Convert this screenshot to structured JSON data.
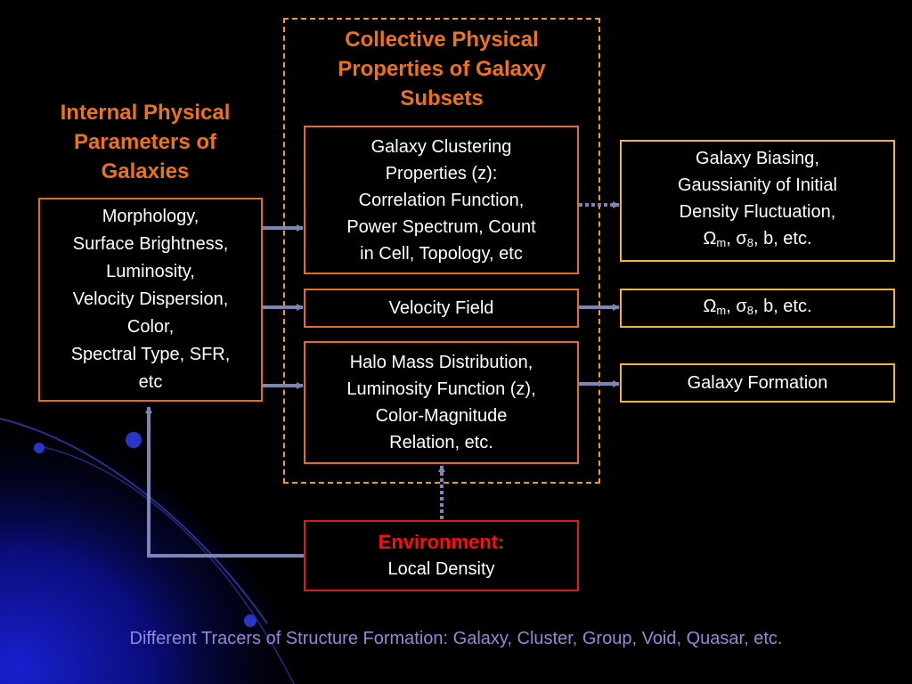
{
  "colors": {
    "background": "#000000",
    "heading_orange": "#f07218",
    "box_border_orange": "#e86a1f",
    "box_border_yellow": "#f2b43a",
    "dashed_border": "#f29a24",
    "environment_red": "#ff0d0d",
    "arrow": "#7d84b8",
    "footer_text": "#8f8ad8"
  },
  "collective_heading": {
    "lines": [
      "Collective Physical",
      "Properties of Galaxy",
      "Subsets"
    ]
  },
  "internal_heading": {
    "lines": [
      "Internal Physical",
      "Parameters of",
      "Galaxies"
    ]
  },
  "internal_box": {
    "lines": [
      "Morphology,",
      "Surface Brightness,",
      "Luminosity,",
      "Velocity Dispersion,",
      "Color,",
      "Spectral Type, SFR,",
      "etc"
    ]
  },
  "clustering_box": {
    "lines": [
      "Galaxy Clustering",
      "Properties (z):",
      "Correlation Function,",
      "Power Spectrum, Count",
      "in Cell, Topology, etc"
    ]
  },
  "velocity_box": {
    "label": "Velocity Field"
  },
  "halo_box": {
    "lines": [
      "Halo Mass Distribution,",
      "Luminosity Function (z),",
      "Color-Magnitude",
      "Relation, etc."
    ]
  },
  "biasing_box": {
    "lines": [
      "Galaxy Biasing,",
      "Gaussianity of Initial",
      "Density Fluctuation,"
    ],
    "params": {
      "omega": "Ω",
      "omega_sub": "m",
      "sigma": ", σ",
      "sigma_sub": "8",
      "rest": ", b, etc."
    }
  },
  "params_box": {
    "omega": "Ω",
    "omega_sub": "m",
    "sigma": ", σ",
    "sigma_sub": "8",
    "rest": ", b, etc."
  },
  "formation_box": {
    "label": "Galaxy Formation"
  },
  "environment_box": {
    "title": "Environment:",
    "subtitle": "Local Density"
  },
  "footer": {
    "text": "Different Tracers of Structure Formation: Galaxy, Cluster, Group, Void, Quasar, etc."
  }
}
